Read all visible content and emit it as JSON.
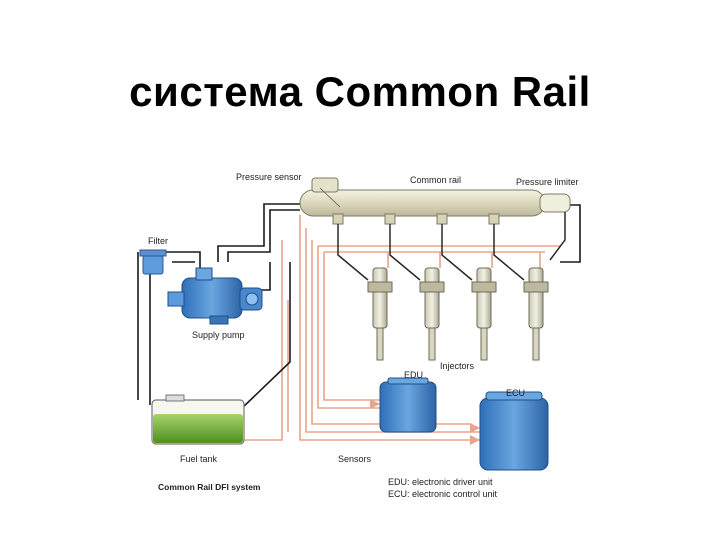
{
  "slide": {
    "title": "система Common Rail"
  },
  "diagram": {
    "caption": "Common Rail DFI system",
    "labels": {
      "pressure_sensor": "Pressure sensor",
      "common_rail": "Common rail",
      "pressure_limiter": "Pressure limiter",
      "filter": "Filter",
      "supply_pump": "Supply pump",
      "injectors": "Injectors",
      "edu": "EDU",
      "ecu": "ECU",
      "fuel_tank": "Fuel tank",
      "sensors": "Sensors"
    },
    "legend": {
      "edu_line": "EDU: electronic driver unit",
      "ecu_line": "ECU: electronic control unit"
    },
    "colors": {
      "fuel_line": "#1a1a1a",
      "signal_line": "#e8a58a",
      "rail": "#e9e6cf",
      "pump": "#3d7fc8",
      "unit": "#4a8bd0",
      "fuel": "#6fae3a"
    }
  }
}
